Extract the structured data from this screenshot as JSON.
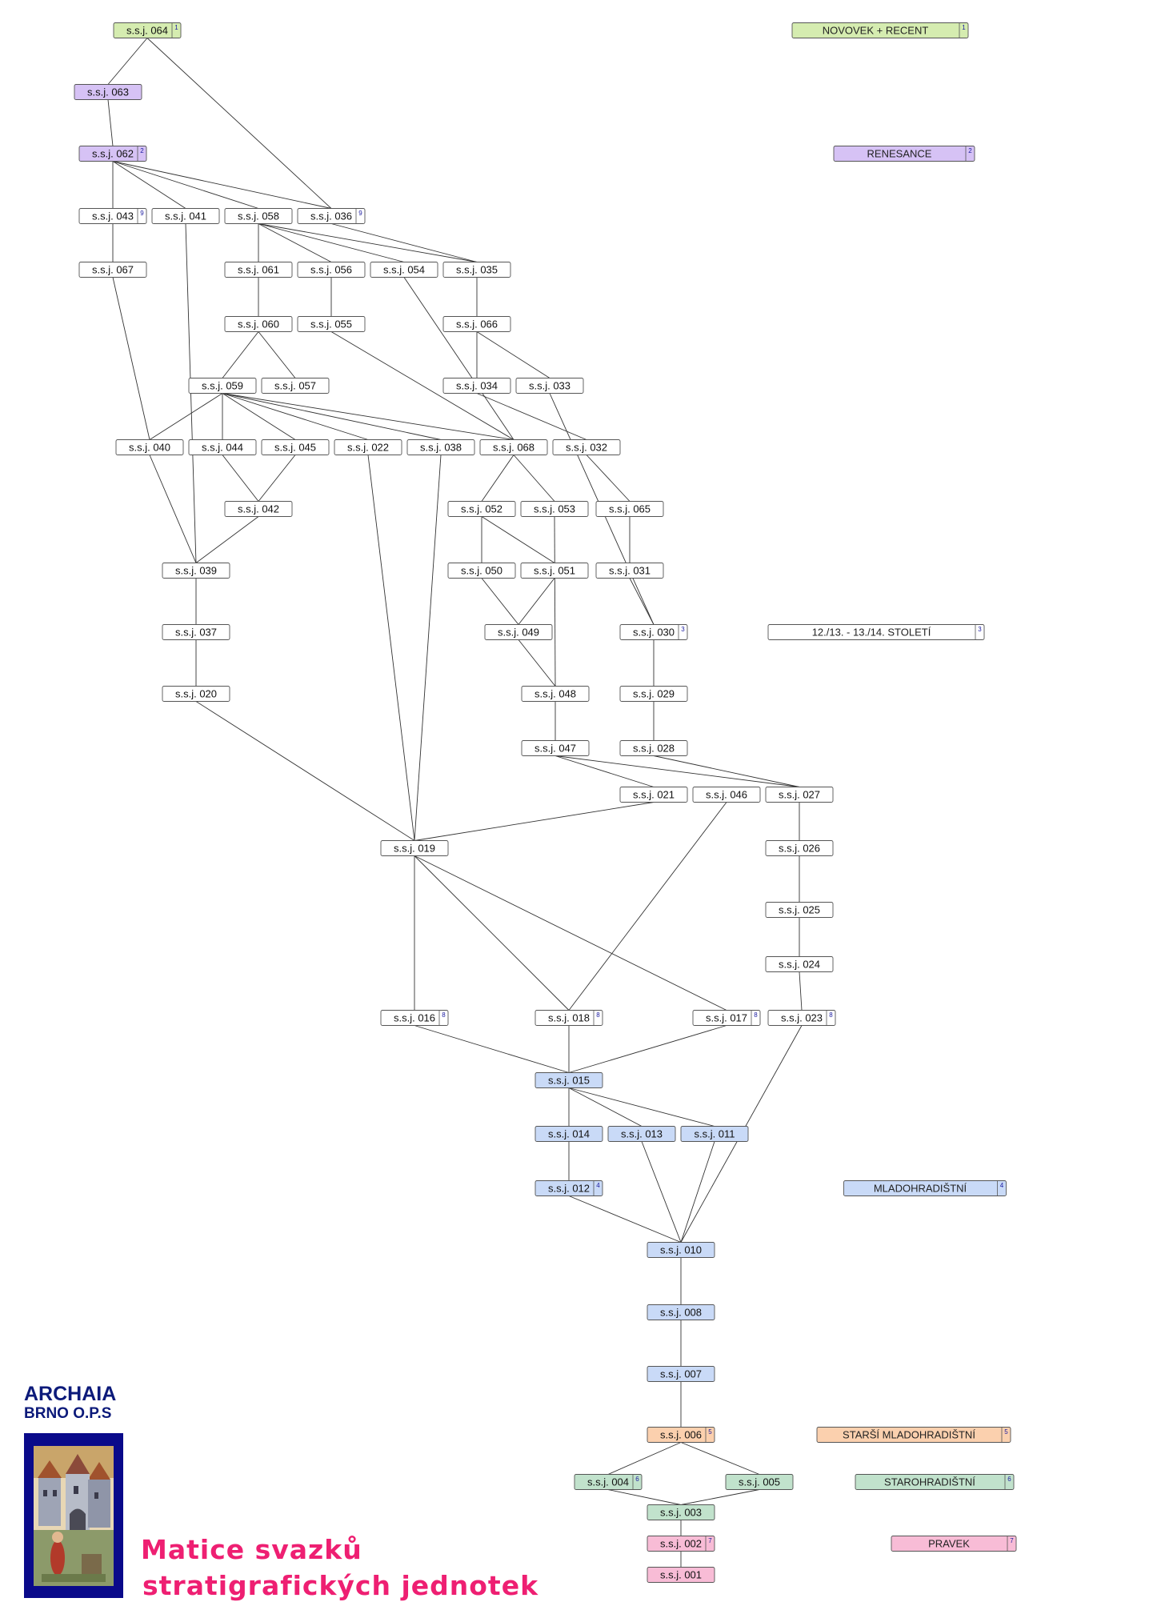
{
  "colors": {
    "white": "#ffffff",
    "green_light": "#d5ecb0",
    "purple": "#d6c2f5",
    "blue": "#c9daf7",
    "orange": "#fbd0ae",
    "teal": "#c1e2cc",
    "pink": "#f8bcd6",
    "title": "#ee1f72",
    "org": "#0c1a7a"
  },
  "org": {
    "name": "ARCHAIA",
    "sub": "BRNO O.P.S"
  },
  "title": {
    "line1": "Matice svazků",
    "line2": "stratigrafických jednotek"
  },
  "phases": [
    {
      "id": "p1",
      "label": "NOVOVEK + RECENT",
      "num": "1",
      "color": "green_light"
    },
    {
      "id": "p2",
      "label": "RENESANCE",
      "num": "2",
      "color": "purple"
    },
    {
      "id": "p3",
      "label": "12./13. - 13./14. STOLETÍ",
      "num": "3",
      "color": "white"
    },
    {
      "id": "p4",
      "label": "MLADOHRADIŠTNÍ",
      "num": "4",
      "color": "blue"
    },
    {
      "id": "p5",
      "label": "STARŠÍ MLADOHRADIŠTNÍ",
      "num": "5",
      "color": "orange"
    },
    {
      "id": "p6",
      "label": "STAROHRADIŠTNÍ",
      "num": "6",
      "color": "teal"
    },
    {
      "id": "p7",
      "label": "PRAVEK",
      "num": "7",
      "color": "pink"
    }
  ],
  "nodes": [
    {
      "id": "064",
      "label": "s.s.j. 064",
      "num": "1",
      "color": "green_light"
    },
    {
      "id": "063",
      "label": "s.s.j. 063",
      "num": "",
      "color": "purple"
    },
    {
      "id": "062",
      "label": "s.s.j. 062",
      "num": "2",
      "color": "purple"
    },
    {
      "id": "043",
      "label": "s.s.j. 043",
      "num": "9",
      "color": "white"
    },
    {
      "id": "041",
      "label": "s.s.j. 041",
      "num": "",
      "color": "white"
    },
    {
      "id": "058",
      "label": "s.s.j. 058",
      "num": "",
      "color": "white"
    },
    {
      "id": "036",
      "label": "s.s.j. 036",
      "num": "9",
      "color": "white"
    },
    {
      "id": "067",
      "label": "s.s.j. 067",
      "num": "",
      "color": "white"
    },
    {
      "id": "061",
      "label": "s.s.j. 061",
      "num": "",
      "color": "white"
    },
    {
      "id": "056",
      "label": "s.s.j. 056",
      "num": "",
      "color": "white"
    },
    {
      "id": "054",
      "label": "s.s.j. 054",
      "num": "",
      "color": "white"
    },
    {
      "id": "035",
      "label": "s.s.j. 035",
      "num": "",
      "color": "white"
    },
    {
      "id": "060",
      "label": "s.s.j. 060",
      "num": "",
      "color": "white"
    },
    {
      "id": "055",
      "label": "s.s.j. 055",
      "num": "",
      "color": "white"
    },
    {
      "id": "066",
      "label": "s.s.j. 066",
      "num": "",
      "color": "white"
    },
    {
      "id": "059",
      "label": "s.s.j. 059",
      "num": "",
      "color": "white"
    },
    {
      "id": "057",
      "label": "s.s.j. 057",
      "num": "",
      "color": "white"
    },
    {
      "id": "034",
      "label": "s.s.j. 034",
      "num": "",
      "color": "white"
    },
    {
      "id": "033",
      "label": "s.s.j. 033",
      "num": "",
      "color": "white"
    },
    {
      "id": "040",
      "label": "s.s.j. 040",
      "num": "",
      "color": "white"
    },
    {
      "id": "044",
      "label": "s.s.j. 044",
      "num": "",
      "color": "white"
    },
    {
      "id": "045",
      "label": "s.s.j. 045",
      "num": "",
      "color": "white"
    },
    {
      "id": "022",
      "label": "s.s.j. 022",
      "num": "",
      "color": "white"
    },
    {
      "id": "038",
      "label": "s.s.j. 038",
      "num": "",
      "color": "white"
    },
    {
      "id": "068",
      "label": "s.s.j. 068",
      "num": "",
      "color": "white"
    },
    {
      "id": "032",
      "label": "s.s.j. 032",
      "num": "",
      "color": "white"
    },
    {
      "id": "042",
      "label": "s.s.j. 042",
      "num": "",
      "color": "white"
    },
    {
      "id": "052",
      "label": "s.s.j. 052",
      "num": "",
      "color": "white"
    },
    {
      "id": "053",
      "label": "s.s.j. 053",
      "num": "",
      "color": "white"
    },
    {
      "id": "065",
      "label": "s.s.j. 065",
      "num": "",
      "color": "white"
    },
    {
      "id": "039",
      "label": "s.s.j. 039",
      "num": "",
      "color": "white"
    },
    {
      "id": "050",
      "label": "s.s.j. 050",
      "num": "",
      "color": "white"
    },
    {
      "id": "051",
      "label": "s.s.j. 051",
      "num": "",
      "color": "white"
    },
    {
      "id": "031",
      "label": "s.s.j. 031",
      "num": "",
      "color": "white"
    },
    {
      "id": "037",
      "label": "s.s.j. 037",
      "num": "",
      "color": "white"
    },
    {
      "id": "049",
      "label": "s.s.j. 049",
      "num": "",
      "color": "white"
    },
    {
      "id": "030",
      "label": "s.s.j. 030",
      "num": "3",
      "color": "white"
    },
    {
      "id": "020",
      "label": "s.s.j. 020",
      "num": "",
      "color": "white"
    },
    {
      "id": "048",
      "label": "s.s.j. 048",
      "num": "",
      "color": "white"
    },
    {
      "id": "029",
      "label": "s.s.j. 029",
      "num": "",
      "color": "white"
    },
    {
      "id": "047",
      "label": "s.s.j. 047",
      "num": "",
      "color": "white"
    },
    {
      "id": "028",
      "label": "s.s.j. 028",
      "num": "",
      "color": "white"
    },
    {
      "id": "021",
      "label": "s.s.j. 021",
      "num": "",
      "color": "white"
    },
    {
      "id": "046",
      "label": "s.s.j. 046",
      "num": "",
      "color": "white"
    },
    {
      "id": "027",
      "label": "s.s.j. 027",
      "num": "",
      "color": "white"
    },
    {
      "id": "019",
      "label": "s.s.j. 019",
      "num": "",
      "color": "white"
    },
    {
      "id": "026",
      "label": "s.s.j. 026",
      "num": "",
      "color": "white"
    },
    {
      "id": "025",
      "label": "s.s.j. 025",
      "num": "",
      "color": "white"
    },
    {
      "id": "024",
      "label": "s.s.j. 024",
      "num": "",
      "color": "white"
    },
    {
      "id": "016",
      "label": "s.s.j. 016",
      "num": "8",
      "color": "white"
    },
    {
      "id": "018",
      "label": "s.s.j. 018",
      "num": "8",
      "color": "white"
    },
    {
      "id": "017",
      "label": "s.s.j. 017",
      "num": "8",
      "color": "white"
    },
    {
      "id": "023",
      "label": "s.s.j. 023",
      "num": "8",
      "color": "white"
    },
    {
      "id": "015",
      "label": "s.s.j. 015",
      "num": "",
      "color": "blue"
    },
    {
      "id": "014",
      "label": "s.s.j. 014",
      "num": "",
      "color": "blue"
    },
    {
      "id": "013",
      "label": "s.s.j. 013",
      "num": "",
      "color": "blue"
    },
    {
      "id": "011",
      "label": "s.s.j. 011",
      "num": "",
      "color": "blue"
    },
    {
      "id": "012",
      "label": "s.s.j. 012",
      "num": "4",
      "color": "blue"
    },
    {
      "id": "010",
      "label": "s.s.j. 010",
      "num": "",
      "color": "blue"
    },
    {
      "id": "008",
      "label": "s.s.j. 008",
      "num": "",
      "color": "blue"
    },
    {
      "id": "007",
      "label": "s.s.j. 007",
      "num": "",
      "color": "blue"
    },
    {
      "id": "006",
      "label": "s.s.j. 006",
      "num": "5",
      "color": "orange"
    },
    {
      "id": "004",
      "label": "s.s.j. 004",
      "num": "6",
      "color": "teal"
    },
    {
      "id": "005",
      "label": "s.s.j. 005",
      "num": "",
      "color": "teal"
    },
    {
      "id": "003",
      "label": "s.s.j. 003",
      "num": "",
      "color": "teal"
    },
    {
      "id": "002",
      "label": "s.s.j. 002",
      "num": "7",
      "color": "pink"
    },
    {
      "id": "001",
      "label": "s.s.j. 001",
      "num": "",
      "color": "pink"
    }
  ],
  "edges": [
    [
      "064",
      "063"
    ],
    [
      "064",
      "036"
    ],
    [
      "063",
      "062"
    ],
    [
      "062",
      "043"
    ],
    [
      "062",
      "041"
    ],
    [
      "062",
      "058"
    ],
    [
      "062",
      "036"
    ],
    [
      "043",
      "067"
    ],
    [
      "067",
      "040"
    ],
    [
      "041",
      "039"
    ],
    [
      "058",
      "061"
    ],
    [
      "058",
      "056"
    ],
    [
      "058",
      "054"
    ],
    [
      "058",
      "035"
    ],
    [
      "036",
      "035"
    ],
    [
      "061",
      "060"
    ],
    [
      "056",
      "055"
    ],
    [
      "054",
      "068"
    ],
    [
      "035",
      "066"
    ],
    [
      "060",
      "059"
    ],
    [
      "060",
      "057"
    ],
    [
      "055",
      "068"
    ],
    [
      "066",
      "034"
    ],
    [
      "066",
      "033"
    ],
    [
      "034",
      "032"
    ],
    [
      "033",
      "030"
    ],
    [
      "059",
      "040"
    ],
    [
      "059",
      "044"
    ],
    [
      "059",
      "045"
    ],
    [
      "059",
      "022"
    ],
    [
      "059",
      "038"
    ],
    [
      "059",
      "068"
    ],
    [
      "044",
      "042"
    ],
    [
      "045",
      "042"
    ],
    [
      "042",
      "039"
    ],
    [
      "040",
      "039"
    ],
    [
      "039",
      "037"
    ],
    [
      "037",
      "020"
    ],
    [
      "020",
      "019"
    ],
    [
      "022",
      "019"
    ],
    [
      "038",
      "019"
    ],
    [
      "068",
      "052"
    ],
    [
      "068",
      "053"
    ],
    [
      "032",
      "065"
    ],
    [
      "052",
      "050"
    ],
    [
      "052",
      "051"
    ],
    [
      "053",
      "048"
    ],
    [
      "065",
      "031"
    ],
    [
      "050",
      "049"
    ],
    [
      "051",
      "049"
    ],
    [
      "031",
      "030"
    ],
    [
      "049",
      "048"
    ],
    [
      "030",
      "029"
    ],
    [
      "029",
      "028"
    ],
    [
      "048",
      "047"
    ],
    [
      "047",
      "021"
    ],
    [
      "047",
      "027"
    ],
    [
      "028",
      "027"
    ],
    [
      "021",
      "019"
    ],
    [
      "046",
      "018"
    ],
    [
      "027",
      "026"
    ],
    [
      "026",
      "025"
    ],
    [
      "025",
      "024"
    ],
    [
      "024",
      "023"
    ],
    [
      "019",
      "016"
    ],
    [
      "019",
      "018"
    ],
    [
      "019",
      "017"
    ],
    [
      "016",
      "015"
    ],
    [
      "018",
      "015"
    ],
    [
      "017",
      "015"
    ],
    [
      "023",
      "010"
    ],
    [
      "015",
      "014"
    ],
    [
      "015",
      "013"
    ],
    [
      "015",
      "011"
    ],
    [
      "014",
      "012"
    ],
    [
      "012",
      "010"
    ],
    [
      "013",
      "010"
    ],
    [
      "011",
      "010"
    ],
    [
      "010",
      "008"
    ],
    [
      "008",
      "007"
    ],
    [
      "007",
      "006"
    ],
    [
      "006",
      "004"
    ],
    [
      "006",
      "005"
    ],
    [
      "004",
      "003"
    ],
    [
      "005",
      "003"
    ],
    [
      "003",
      "002"
    ],
    [
      "002",
      "001"
    ]
  ]
}
